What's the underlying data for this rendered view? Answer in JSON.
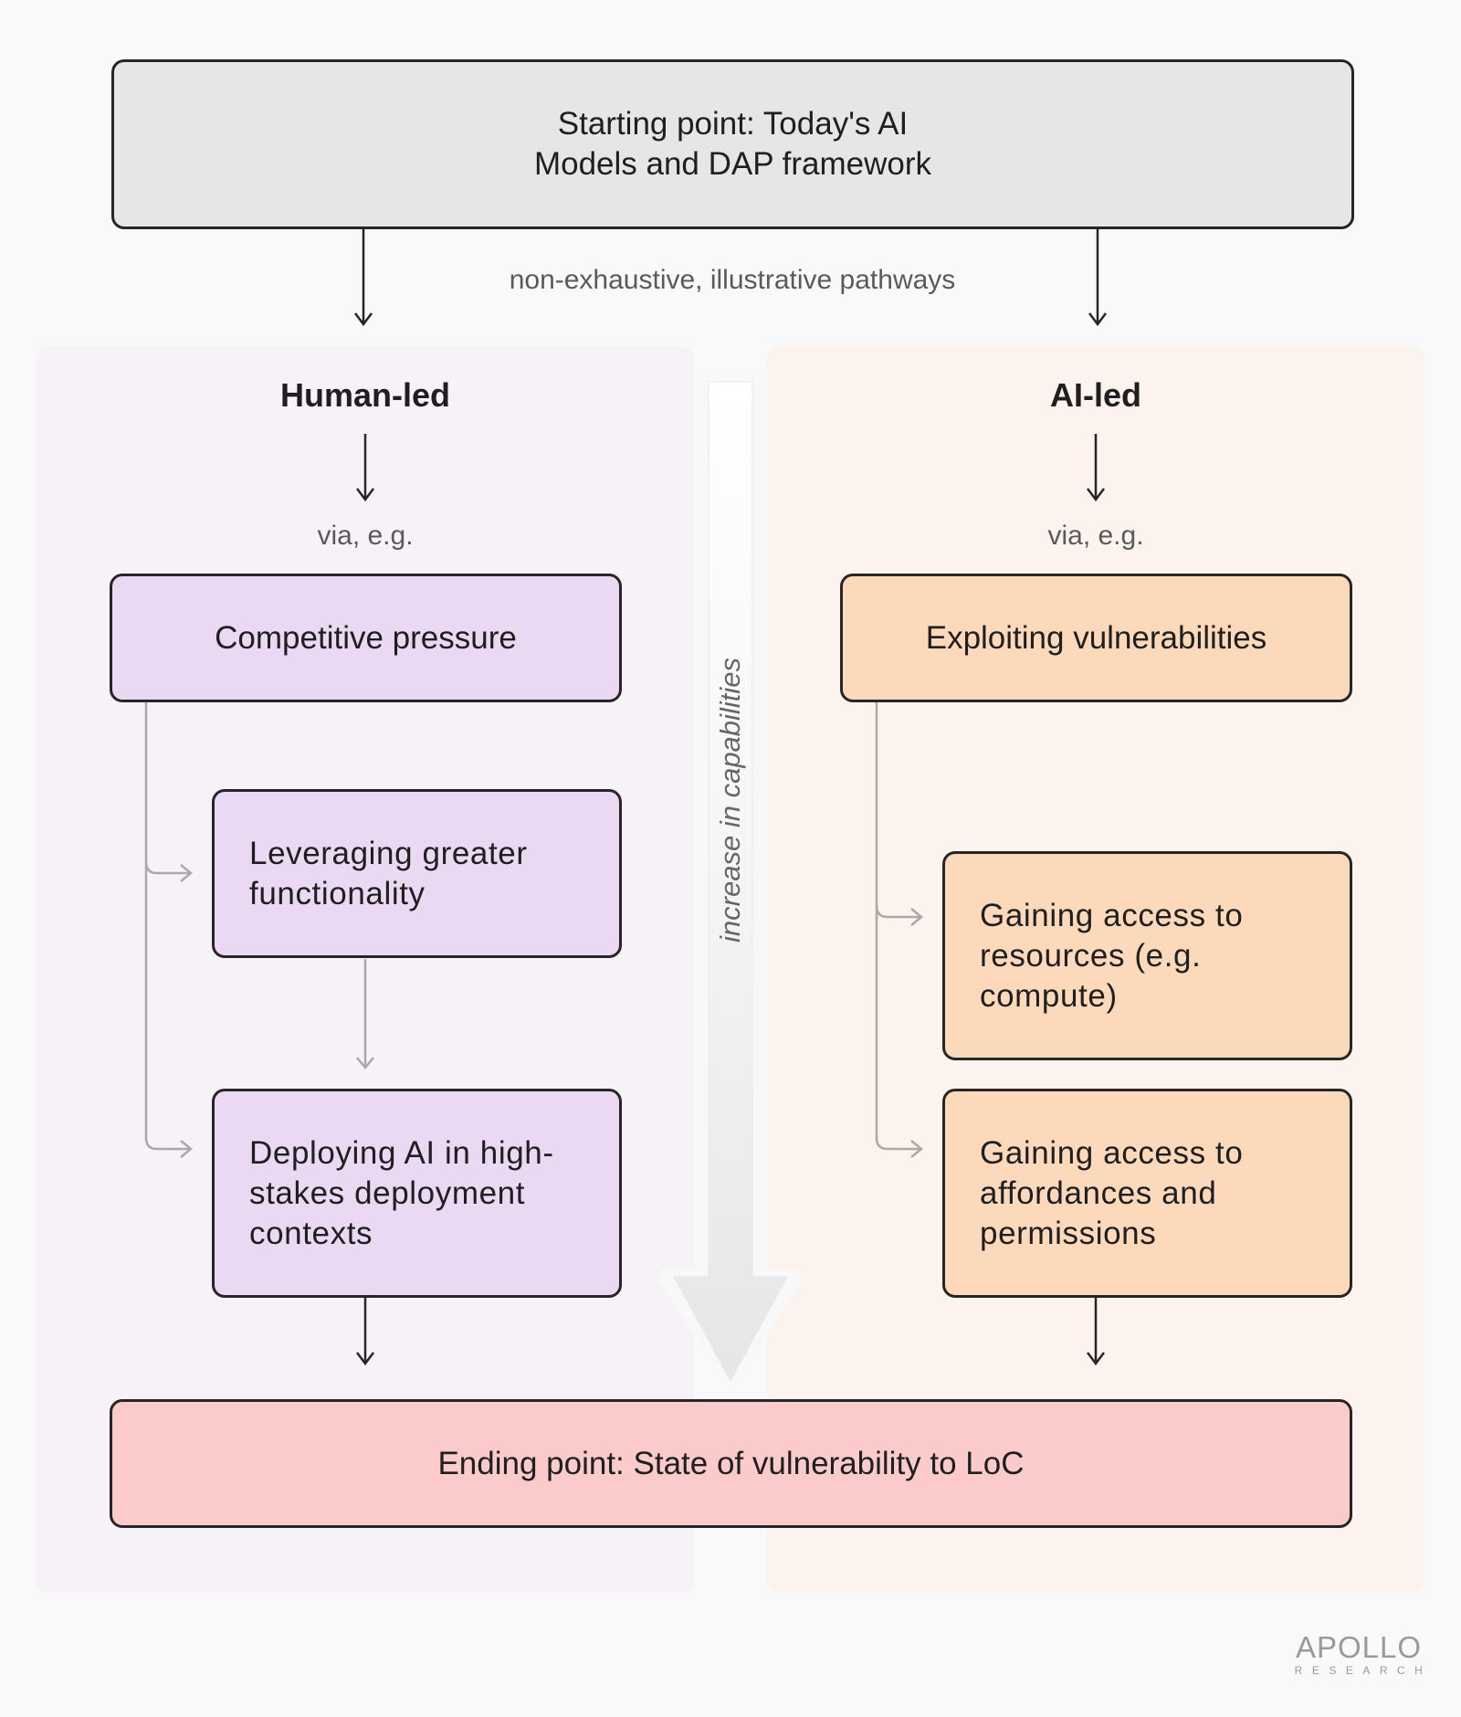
{
  "start_box": {
    "line1": "Starting point: Today's AI",
    "line2": "Models and DAP framework"
  },
  "pathways_caption": "non-exhaustive, illustrative pathways",
  "left_column": {
    "heading": "Human-led",
    "via_label": "via, e.g.",
    "boxes": [
      {
        "text": "Competitive pressure"
      },
      {
        "lines": [
          "Leveraging greater",
          "functionality"
        ]
      },
      {
        "lines": [
          "Deploying AI in high-",
          "stakes deployment",
          "contexts"
        ]
      }
    ]
  },
  "right_column": {
    "heading": "AI-led",
    "via_label": "via, e.g.",
    "boxes": [
      {
        "text": "Exploiting vulnerabilities"
      },
      {
        "lines": [
          "Gaining access to",
          "resources (e.g.",
          "compute)"
        ]
      },
      {
        "lines": [
          "Gaining access to",
          "affordances and",
          "permissions"
        ]
      }
    ]
  },
  "capability_arrow_label": "increase in capabilities",
  "end_box": {
    "text": "Ending point: State of vulnerability to LoC"
  },
  "logo": {
    "name": "APOLLO",
    "subtitle": "RESEARCH"
  },
  "colors": {
    "start_box": "#e6e6e6",
    "human_led_box": "#ebd9f3",
    "ai_led_box": "#fcd9bb",
    "end_box": "#fbcaca",
    "human_led_panel": "#f7f2f8",
    "ai_led_panel": "#fcf3ee"
  }
}
